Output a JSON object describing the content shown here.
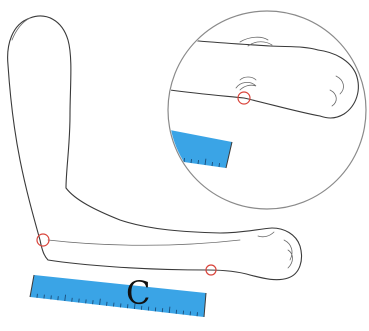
{
  "figure": {
    "label": "C",
    "colors": {
      "tape": "#3aa4e6",
      "tape_ticks": "#1a4d7a",
      "marker": "#d9443b",
      "outline": "#3a3a3a",
      "inset_border": "#8a8a8a"
    },
    "tape_ticks": {
      "main": 25,
      "inset": 8
    }
  }
}
